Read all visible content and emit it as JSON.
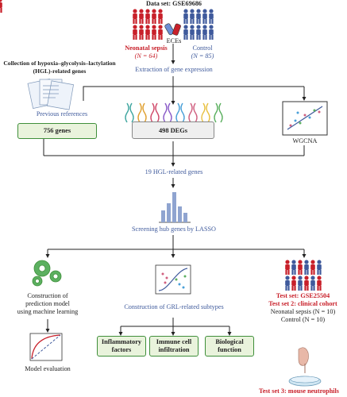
{
  "dataset": {
    "title": "Data set: GSE69686",
    "case_label": "Neonatal sepsis",
    "case_n": "(N = 64)",
    "control_label": "Control",
    "control_n": "(N = 85)",
    "middle_label": "ECEs"
  },
  "hgl": {
    "title_line1": "Collection of hypoxia–glycolysis–lactylation",
    "title_line2": "(HGL)-related genes",
    "references": "Previous references",
    "genes_box": "756 genes"
  },
  "extraction": {
    "label": "Extraction of gene expression",
    "degs_box": "498 DEGs",
    "wgcna": "WGCNA"
  },
  "intersection": {
    "label": "19 HGL-related genes"
  },
  "lasso": {
    "label": "Screening hub genes by LASSO"
  },
  "left_branch": {
    "line1": "Construction of",
    "line2": "prediction model",
    "line3": "using machine learning",
    "evaluation": "Model evaluation"
  },
  "middle_branch": {
    "label": "Construction of GRL-related subtypes",
    "boxes": [
      {
        "line1": "Inflammatory",
        "line2": "factors"
      },
      {
        "line1": "Immune cell",
        "line2": "infiltration"
      },
      {
        "line1": "Biological",
        "line2": "function"
      }
    ]
  },
  "right_branch": {
    "test1": "Test set: GSE25504",
    "test2": "Test set 2: clinical cohort",
    "sepsis": "Neonatal sepsis (N = 10)",
    "control": "Control (N = 10)",
    "test3": "Test set 3: mouse neutrophils"
  },
  "colors": {
    "red": "#c8202a",
    "blue": "#3f5a9c",
    "green_box_fill": "#e9f3dc",
    "green_box_border": "#3f8f3a"
  }
}
